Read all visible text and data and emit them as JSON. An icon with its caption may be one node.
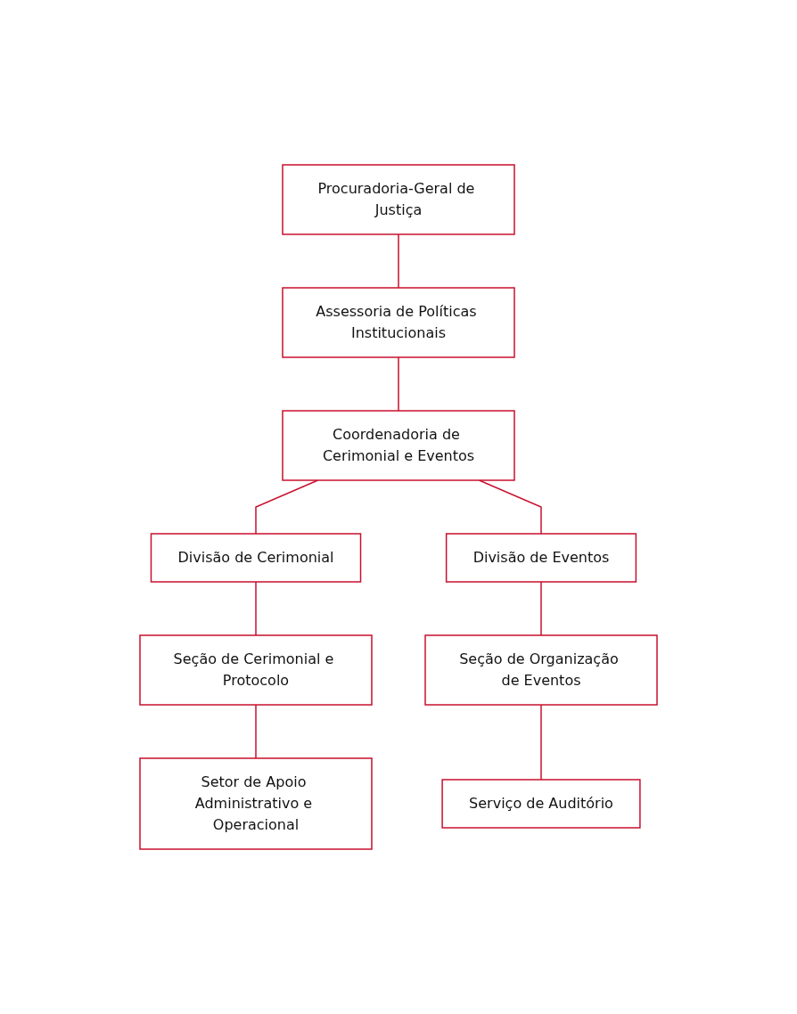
{
  "diagram": {
    "nodes": [
      {
        "text": [
          "Procuradoria-Geral de Justiça"
        ]
      },
      {
        "text": [
          "Assessoria de Políticas Institucionais"
        ]
      },
      {
        "text": [
          "Coordenadoria de Cerimonial e Eventos"
        ]
      },
      {
        "text": [
          "Divisão de Cerimonial"
        ]
      },
      {
        "text": [
          "Divisão de Eventos"
        ]
      },
      {
        "text": [
          "Seção de Cerimonial e Protocolo"
        ]
      },
      {
        "text": [
          "Seção de Organização de Eventos"
        ]
      },
      {
        "text": [
          "Setor de Apoio Administrativo e Operacional"
        ]
      },
      {
        "text": [
          "Serviço de Auditório"
        ]
      }
    ],
    "edges": [
      {
        "from": 0,
        "to": 1,
        "arrow": "none"
      },
      {
        "from": 1,
        "to": 2,
        "arrow": "none"
      },
      {
        "from": 2,
        "to": 3,
        "arrow": "none"
      },
      {
        "from": 2,
        "to": 4,
        "arrow": "none"
      },
      {
        "from": 3,
        "to": 5,
        "arrow": "none"
      },
      {
        "from": 5,
        "to": 7,
        "arrow": "none"
      },
      {
        "from": 4,
        "to": 6,
        "arrow": "none"
      },
      {
        "from": 6,
        "to": 8,
        "arrow": "none"
      }
    ]
  }
}
